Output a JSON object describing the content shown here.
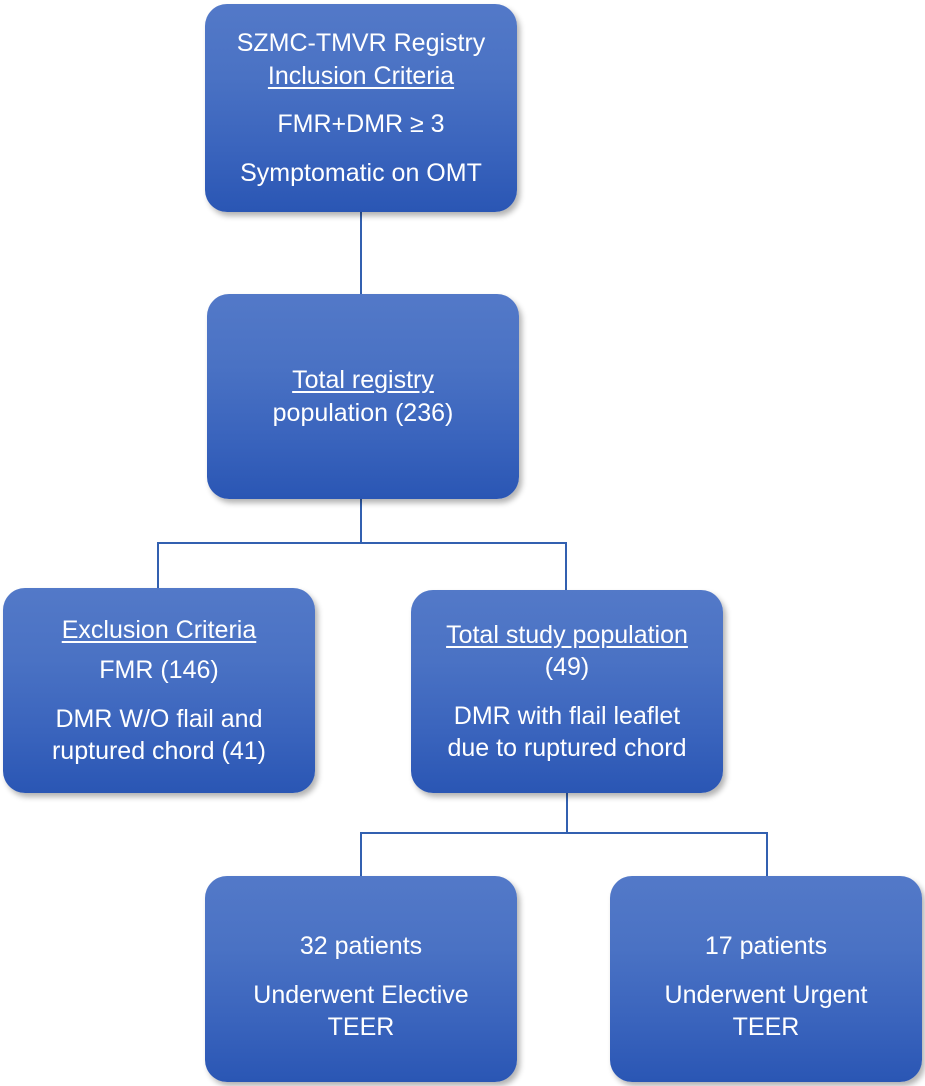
{
  "diagram": {
    "type": "flowchart",
    "title": "SZMC-TMVR Registry patient selection flowchart",
    "accent_color": "#3a64bd",
    "connector_color": "#3260b0",
    "text_color": "#ffffff",
    "nodes": {
      "inclusion": {
        "lines": [
          {
            "text": "SZMC-TMVR Registry",
            "underline": false
          },
          {
            "text": "Inclusion Criteria",
            "underline": true
          },
          {
            "text": "FMR+DMR ≥ 3",
            "underline": false
          },
          {
            "text": "Symptomatic on OMT",
            "underline": false
          }
        ]
      },
      "registry": {
        "lines": [
          {
            "text": "Total registry",
            "underline": true
          },
          {
            "text": "population (236)",
            "underline": false
          }
        ]
      },
      "exclusion": {
        "lines": [
          {
            "text": "Exclusion Criteria",
            "underline": true
          },
          {
            "text": "FMR (146)",
            "underline": false
          },
          {
            "text": "DMR W/O flail and",
            "underline": false
          },
          {
            "text": "ruptured chord (41)",
            "underline": false
          }
        ]
      },
      "study": {
        "lines": [
          {
            "text": "Total study population",
            "underline": true
          },
          {
            "text": "(49)",
            "underline": false
          },
          {
            "text": "DMR with flail leaflet",
            "underline": false
          },
          {
            "text": "due to ruptured chord",
            "underline": false
          }
        ]
      },
      "elective": {
        "lines": [
          {
            "text": "32 patients",
            "underline": false
          },
          {
            "text": "Underwent Elective",
            "underline": false
          },
          {
            "text": "TEER",
            "underline": false
          }
        ]
      },
      "urgent": {
        "lines": [
          {
            "text": "17 patients",
            "underline": false
          },
          {
            "text": "Underwent Urgent",
            "underline": false
          },
          {
            "text": "TEER",
            "underline": false
          }
        ]
      }
    },
    "counts": {
      "total_registry_population": 236,
      "excluded_fmr": 146,
      "excluded_dmr_without_flail_and_ruptured_chord": 41,
      "total_study_population": 49,
      "elective_teer_patients": 32,
      "urgent_teer_patients": 17
    }
  }
}
